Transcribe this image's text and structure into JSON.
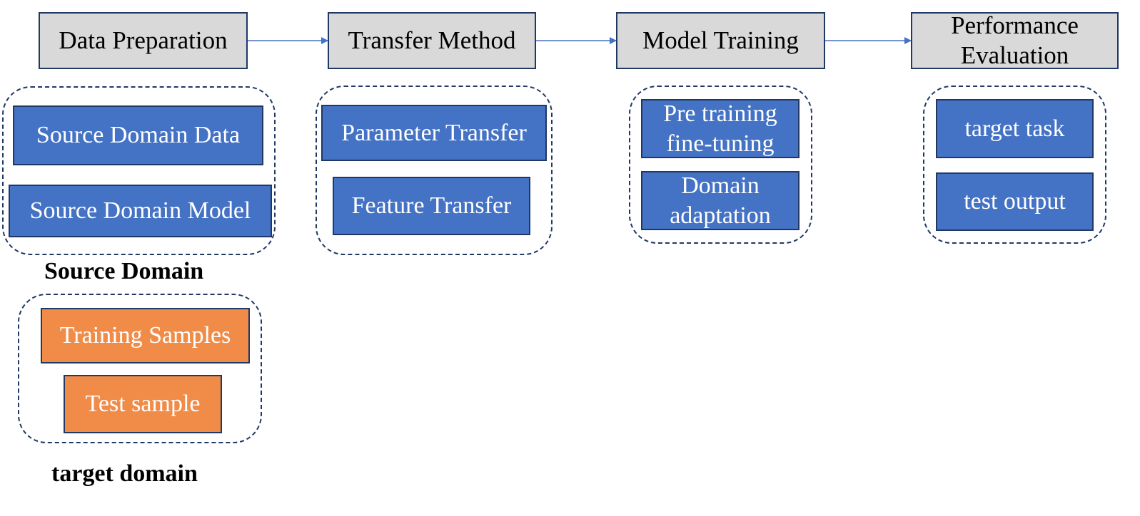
{
  "stages": [
    {
      "label": "Data Preparation"
    },
    {
      "label": "Transfer Method"
    },
    {
      "label": "Model Training"
    },
    {
      "label_line1": "Performance",
      "label_line2": "Evaluation"
    }
  ],
  "data_preparation": {
    "source_domain": {
      "items": [
        "Source Domain Data",
        "Source Domain Model"
      ],
      "caption": "Source Domain"
    },
    "target_domain": {
      "items": [
        "Training Samples",
        "Test sample"
      ],
      "caption": "target domain"
    }
  },
  "transfer_method": {
    "items": [
      "Parameter Transfer",
      "Feature Transfer"
    ]
  },
  "model_training": {
    "items": [
      {
        "line1": "Pre training",
        "line2": "fine-tuning"
      },
      {
        "line1": "Domain",
        "line2": "adaptation"
      }
    ]
  },
  "performance_evaluation": {
    "items": [
      "target task",
      "test output"
    ]
  },
  "colors": {
    "stage_fill": "#d9d9d9",
    "blue_box": "#4472c4",
    "orange_box": "#f08c48",
    "outline": "#1f3864",
    "arrow": "#4472c4"
  }
}
